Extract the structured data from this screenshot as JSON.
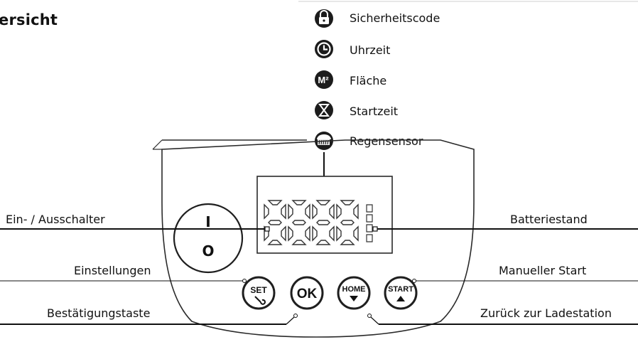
{
  "title": "ersicht",
  "legend": [
    {
      "icon": "lock-icon",
      "label": "Sicherheitscode"
    },
    {
      "icon": "clock-icon",
      "label": "Uhrzeit"
    },
    {
      "icon": "area-icon",
      "icon_text": "M²",
      "label": "Fläche"
    },
    {
      "icon": "hourglass-icon",
      "label": "Startzeit"
    },
    {
      "icon": "rain-icon",
      "label": "Regensensor"
    }
  ],
  "callouts": {
    "power_switch": "Ein- / Ausschalter",
    "settings": "Einstellungen",
    "confirm": "Bestätigungstaste",
    "battery": "Batteriestand",
    "manual_start": "Manueller Start",
    "return_home": "Zurück zur Ladestation"
  },
  "power": {
    "on_symbol": "I",
    "off_symbol": "O"
  },
  "buttons": {
    "set": "SET",
    "ok": "OK",
    "home": "HOME",
    "start": "START"
  },
  "display": {
    "digits": "8888"
  }
}
